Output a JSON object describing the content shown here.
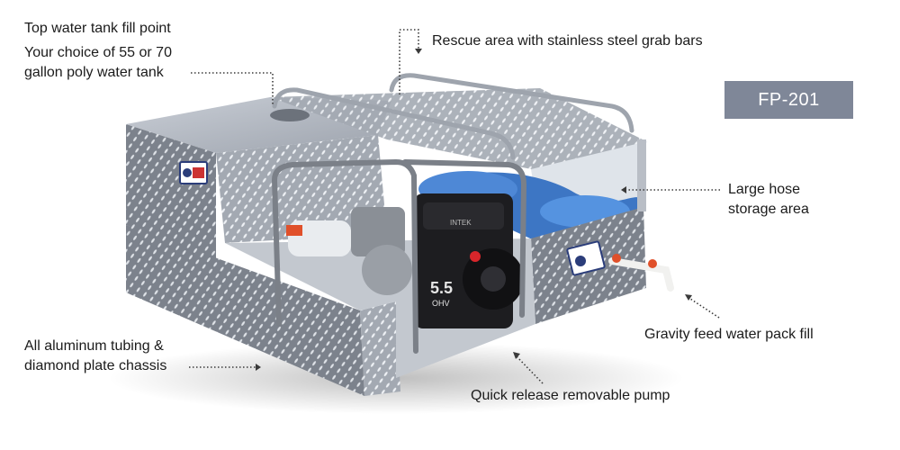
{
  "model_badge": {
    "label": "FP-201",
    "color": "#7f8798"
  },
  "callouts": {
    "fill_point": {
      "text": "Top water tank fill point"
    },
    "tank_choice": {
      "line1": "Your choice of 55 or 70",
      "line2": "gallon poly water tank"
    },
    "rescue_area": {
      "text": "Rescue area with stainless steel grab bars"
    },
    "hose_storage": {
      "line1": "Large hose",
      "line2": "storage area"
    },
    "gravity_feed": {
      "text": "Gravity feed water pack fill"
    },
    "chassis": {
      "line1": "All aluminum tubing &",
      "line2": "diamond plate chassis"
    },
    "pump": {
      "text": "Quick release removable pump"
    }
  },
  "product": {
    "engine_label": "5.5",
    "engine_sublabel": "OHV",
    "engine_brand": "INTEK",
    "colors": {
      "aluminum": "#b9bec6",
      "aluminum_dark": "#8d939c",
      "hose": "#3d76c4",
      "engine": "#1d1d20",
      "valve": "#e0502a"
    }
  }
}
